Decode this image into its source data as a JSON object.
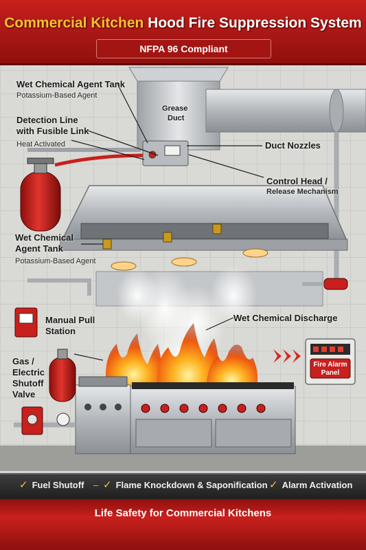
{
  "header": {
    "title_accent": "Commercial Kitchen",
    "title_rest": " Hood Fire Suppression System",
    "subtitle": "NFPA 96 Compliant"
  },
  "callouts": {
    "tank_top_title": "Wet Chemical Agent Tank",
    "tank_top_sub": "Potassium-Based Agent",
    "detection_title_1": "Detection Line",
    "detection_title_2": "with Fusible Link",
    "detection_sub": "Heat Activated",
    "grease_duct_1": "Grease",
    "grease_duct_2": "Duct",
    "duct_nozzles": "Duct Nozzles",
    "control_head_1": "Control Head /",
    "control_head_2": "Release Mechanism",
    "tank_mid_1": "Wet Chemical",
    "tank_mid_2": "Agent Tank",
    "tank_mid_sub": "Potassium-Based Agent",
    "manual_pull_1": "Manual Pull",
    "manual_pull_2": "Station",
    "discharge": "Wet Chemical Discharge",
    "gas_1": "Gas /",
    "gas_2": "Electric",
    "gas_3": "Shutoff",
    "gas_4": "Valve",
    "alarm_1": "Fire Alarm",
    "alarm_2": "Panel"
  },
  "benefits": {
    "items": [
      "Fuel Shutoff",
      "Flame Knockdown & Saponification",
      "Alarm Activation"
    ],
    "separator": "–"
  },
  "footer": {
    "text": "Life Safety for Commercial Kitchens"
  },
  "colors": {
    "banner_red": "#c8201d",
    "accent_yellow": "#f6c230",
    "tank_red": "#c8201d",
    "flame_orange": "#f07a12",
    "steel": "#b9bcbf"
  }
}
